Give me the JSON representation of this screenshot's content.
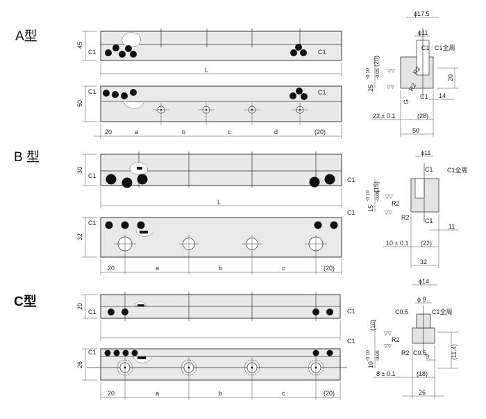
{
  "types": [
    {
      "title": "A型",
      "top_height": "45",
      "front_height": "50",
      "length_label": "L",
      "chamfer": "C1",
      "segments": [
        "20",
        "a",
        "b",
        "c",
        "d",
        "(20)"
      ],
      "section": {
        "top_dia": "ϕ17.5",
        "mid_dia": "ϕ11",
        "chamfer_top": "C1",
        "chamfer_all": "C1全周",
        "chamfer_low": "C1",
        "radius_top": "R2",
        "radius_low": "R2",
        "thread": "G",
        "height_left": "25 ",
        "tol_up": "-0.10",
        "tol_down": "-0.05",
        "height_paren": "(20)",
        "right_height": "20",
        "right_small": "14",
        "pos_tol": "22 ± 0.1",
        "inner_width": "(28)",
        "width": "50"
      }
    },
    {
      "title": "B 型",
      "top_height": "30",
      "front_height": "32",
      "length_label": "L",
      "chamfer": "C1",
      "segments": [
        "20",
        "a",
        "b",
        "c",
        "(20)"
      ],
      "section": {
        "top_dia": "ϕ11",
        "chamfer_top": "C1",
        "chamfer_all": "C1全周",
        "chamfer_low": "C1",
        "radius_top": "R2",
        "radius_low": "R2",
        "height_left": "15 ",
        "tol_up": "-0.10",
        "tol_down": "-0.05",
        "height_paren": "(15)",
        "right_small": "11",
        "pos_tol": "10 ± 0.1",
        "inner_width": "(22)",
        "width": "32"
      }
    },
    {
      "title": "C型",
      "top_height": "20",
      "front_height": "26",
      "length_label": "",
      "chamfer": "C1",
      "segments": [
        "20",
        "a",
        "b",
        "c",
        "(20)"
      ],
      "section": {
        "top_dia": "ϕ14",
        "mid_dia": "ϕ 9",
        "chamfer_top": "C0.5",
        "chamfer_all": "C1全周",
        "chamfer_low": "C0.5",
        "radius_top": "R2",
        "radius_low": "R2",
        "height_left": "10",
        "tol_up": "-0.10",
        "tol_down": "-0.05",
        "height_paren": "(10)",
        "right_height": "(11.4)",
        "right_small": "9",
        "pos_tol": "8 ± 0.1",
        "inner_width": "(18)",
        "width": "26"
      }
    }
  ],
  "colors": {
    "plate": "#e9e9e9",
    "line": "#333333",
    "hole": "#111111"
  }
}
